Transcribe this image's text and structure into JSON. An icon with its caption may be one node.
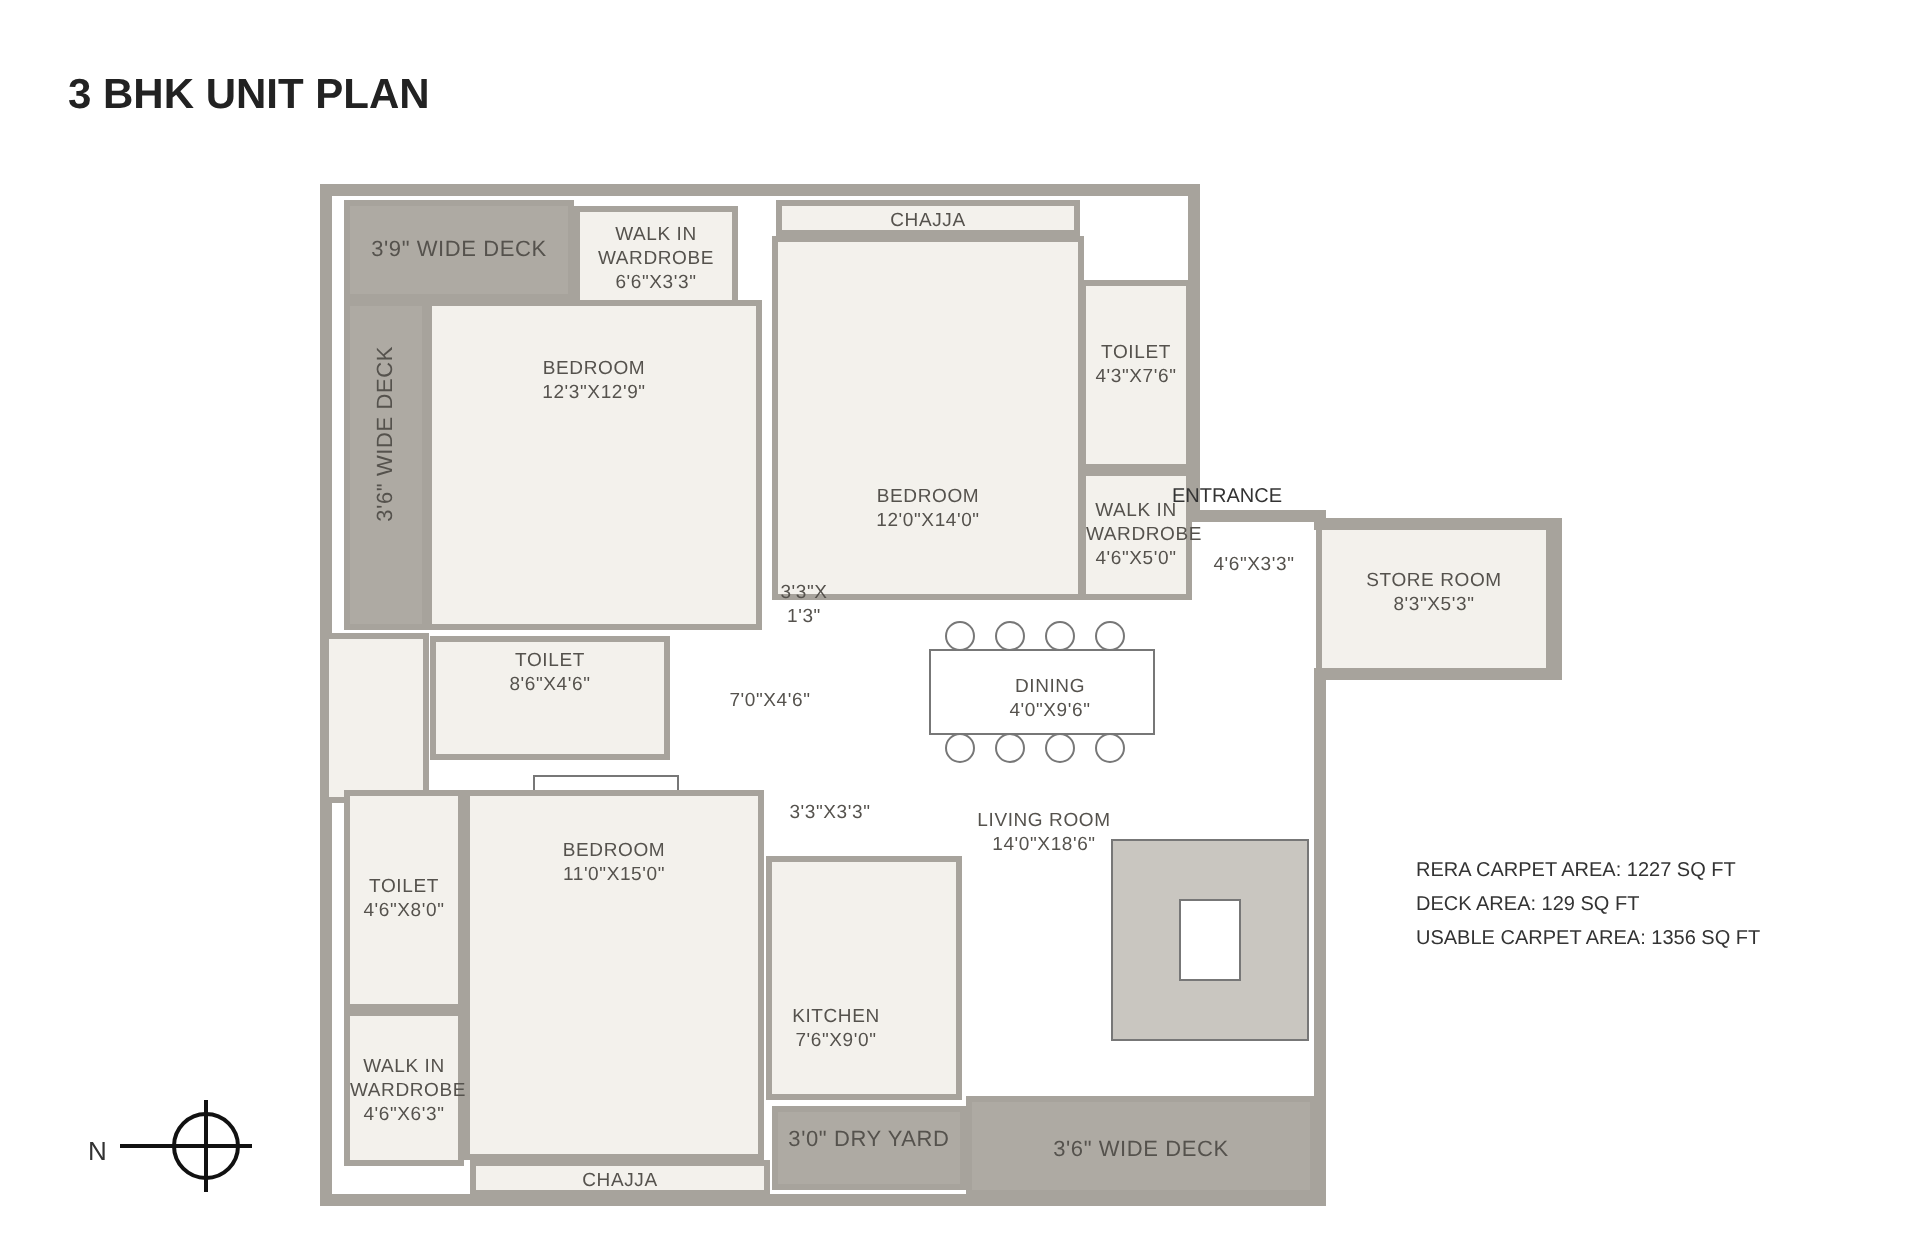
{
  "diagram": {
    "title": "3 BHK UNIT PLAN",
    "nodes": [
      {
        "text": [
          "3'9\" WIDE DECK"
        ]
      },
      {
        "text": [
          "3'6\" WIDE DECK"
        ]
      },
      {
        "text": [
          "WALK IN WARDROBE",
          "6'6\"X3'3\""
        ]
      },
      {
        "text": [
          "CHAJJA"
        ]
      },
      {
        "text": [
          "BEDROOM",
          "12'3\"X12'9\""
        ]
      },
      {
        "text": [
          "BEDROOM",
          "12'0\"X14'0\""
        ]
      },
      {
        "text": [
          "TOILET",
          "4'3\"X7'6\""
        ]
      },
      {
        "text": [
          "WALK IN WARDROBE",
          "4'6\"X5'0\""
        ]
      },
      {
        "text": [
          "4'6\"X3'3\""
        ]
      },
      {
        "text": [
          "STORE ROOM",
          "8'3\"X5'3\""
        ]
      },
      {
        "text": [
          "3'3\"X 1'3\""
        ]
      },
      {
        "text": [
          "TOILET",
          "8'6\"X4'6\""
        ]
      },
      {
        "text": [
          "7'0\"X4'6\""
        ]
      },
      {
        "text": [
          "DINING",
          "4'0\"X9'6\""
        ]
      },
      {
        "text": [
          "BEDROOM",
          "11'0\"X15'0\""
        ]
      },
      {
        "text": [
          "TOILET",
          "4'6\"X8'0\""
        ]
      },
      {
        "text": [
          "WALK IN WARDROBE",
          "4'6\"X6'3\""
        ]
      },
      {
        "text": [
          "3'3\"X3'3\""
        ]
      },
      {
        "text": [
          "LIVING ROOM",
          "14'0\"X18'6\""
        ]
      },
      {
        "text": [
          "KITCHEN",
          "7'6\"X9'0\""
        ]
      },
      {
        "text": [
          "CHAJJA"
        ]
      },
      {
        "text": [
          "3'0\" DRY YARD"
        ]
      },
      {
        "text": [
          "3'6\" WIDE DECK"
        ]
      }
    ],
    "labels": [
      "ENTRANCE",
      "RERA CARPET AREA: 1227 SQ FT",
      "DECK AREA: 129 SQ FT",
      "USABLE CARPET AREA: 1356 SQ FT",
      "N"
    ]
  }
}
